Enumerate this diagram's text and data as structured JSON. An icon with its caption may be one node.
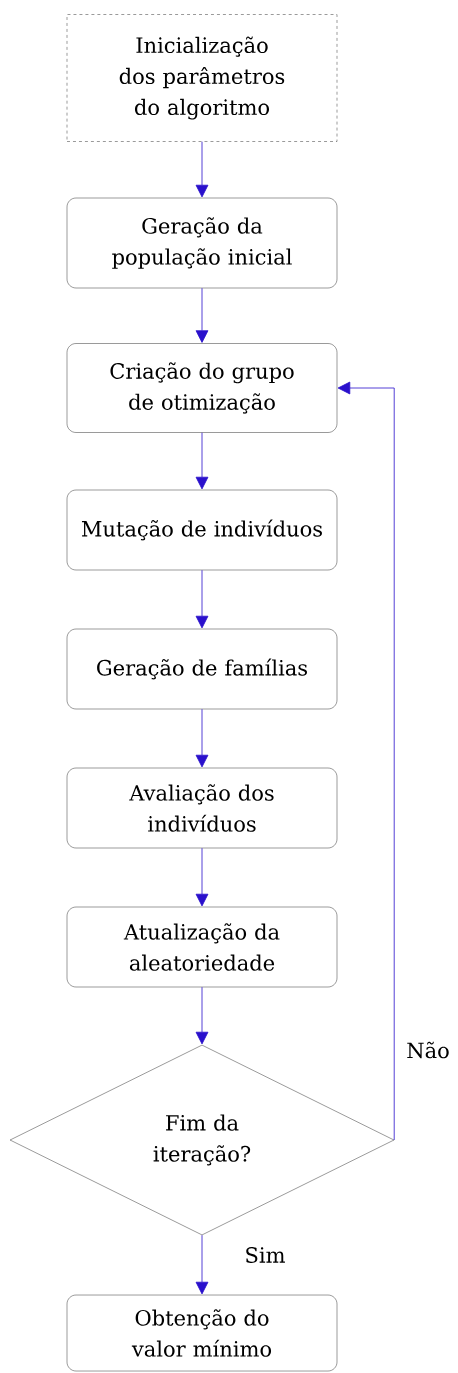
{
  "diagram": {
    "nodes": [
      {
        "text": [
          "Inicialização dos parâmetros do algoritmo"
        ]
      },
      {
        "text": [
          "Geração da população inicial"
        ]
      },
      {
        "text": [
          "Criação do grupo de otimização"
        ]
      },
      {
        "text": [
          "Mutação de indivíduos"
        ]
      },
      {
        "text": [
          "Geração de famílias"
        ]
      },
      {
        "text": [
          "Avaliação dos indivíduos"
        ]
      },
      {
        "text": [
          "Atualização da aleatoriedade"
        ]
      },
      {
        "text": [
          "Fim da iteração?"
        ]
      },
      {
        "text": [
          "Obtenção do valor mínimo"
        ]
      }
    ],
    "edges": [
      {
        "from": 0,
        "to": 1,
        "arrow": "to"
      },
      {
        "from": 1,
        "to": 2,
        "arrow": "to"
      },
      {
        "from": 2,
        "to": 3,
        "arrow": "to"
      },
      {
        "from": 3,
        "to": 4,
        "arrow": "to"
      },
      {
        "from": 4,
        "to": 5,
        "arrow": "to"
      },
      {
        "from": 5,
        "to": 6,
        "arrow": "to"
      },
      {
        "from": 6,
        "to": 7,
        "arrow": "to"
      },
      {
        "from": 7,
        "to": 8,
        "arrow": "to",
        "label": "Sim"
      },
      {
        "from": 7,
        "to": 2,
        "arrow": "to",
        "label": "Não"
      }
    ]
  }
}
